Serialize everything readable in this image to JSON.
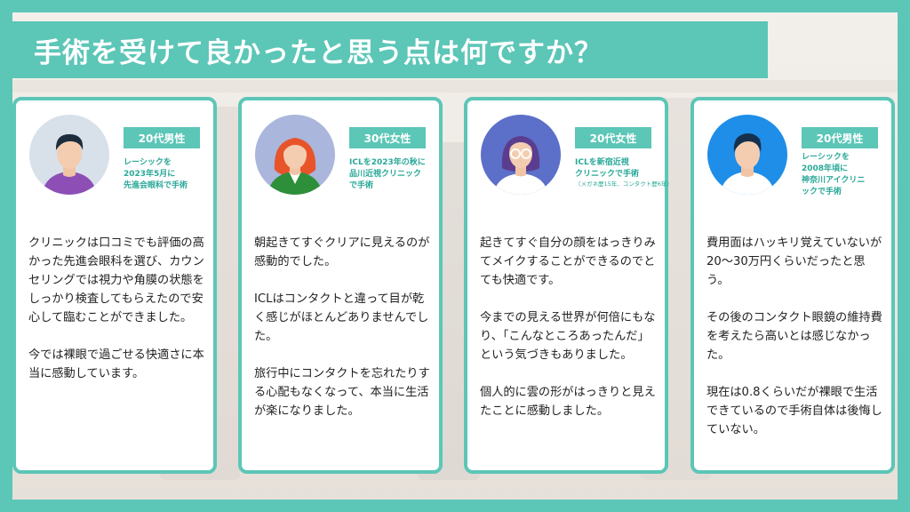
{
  "title": "手術を受けて良かったと思う点は何ですか？",
  "colors": {
    "accent": "#5cc6b7",
    "info_text": "#2aa898"
  },
  "cards": [
    {
      "badge": "20代男性",
      "info_lines": [
        "レーシックを",
        "2023年5月に",
        "先進会眼科で手術"
      ],
      "note": "",
      "avatar_icon": "man-dark-hair-purple-shirt-icon",
      "paragraphs": [
        "クリニックは口コミでも評価の高かった先進会眼科を選び、カウンセリングでは視力や角膜の状態をしっかり検査してもらえたので安心して臨むことができました。",
        "今では裸眼で過ごせる快適さに本当に感動しています。"
      ]
    },
    {
      "badge": "30代女性",
      "info_lines": [
        "ICLを2023年の秋に",
        "品川近視クリニック",
        "で手術"
      ],
      "note": "",
      "avatar_icon": "woman-red-hair-green-jacket-icon",
      "paragraphs": [
        "朝起きてすぐクリアに見えるのが感動的でした。",
        "ICLはコンタクトと違って目が乾く感じがほとんどありませんでした。",
        "旅行中にコンタクトを忘れたりする心配もなくなって、本当に生活が楽になりました。"
      ]
    },
    {
      "badge": "20代女性",
      "info_lines": [
        "ICLを新宿近視",
        "クリニックで手術"
      ],
      "note": "（メガネ歴15年、コンタクト歴6年）",
      "avatar_icon": "woman-glasses-icon",
      "paragraphs": [
        "起きてすぐ自分の顔をはっきりみてメイクすることができるのでとても快適です。",
        "今までの見える世界が何倍にもなり、「こんなところあったんだ」という気づきもありました。",
        "個人的に雲の形がはっきりと見えたことに感動しました。"
      ]
    },
    {
      "badge": "20代男性",
      "info_lines": [
        "レーシックを",
        "2008年頃に",
        "神奈川アイクリニ",
        "ックで手術"
      ],
      "note": "",
      "avatar_icon": "man-blue-background-icon",
      "paragraphs": [
        "費用面はハッキリ覚えていないが20〜30万円くらいだったと思う。",
        "その後のコンタクト眼鏡の維持費を考えたら高いとは感じなかった。",
        "現在は0.8くらいだが裸眼で生活できているので手術自体は後悔していない。"
      ]
    }
  ]
}
